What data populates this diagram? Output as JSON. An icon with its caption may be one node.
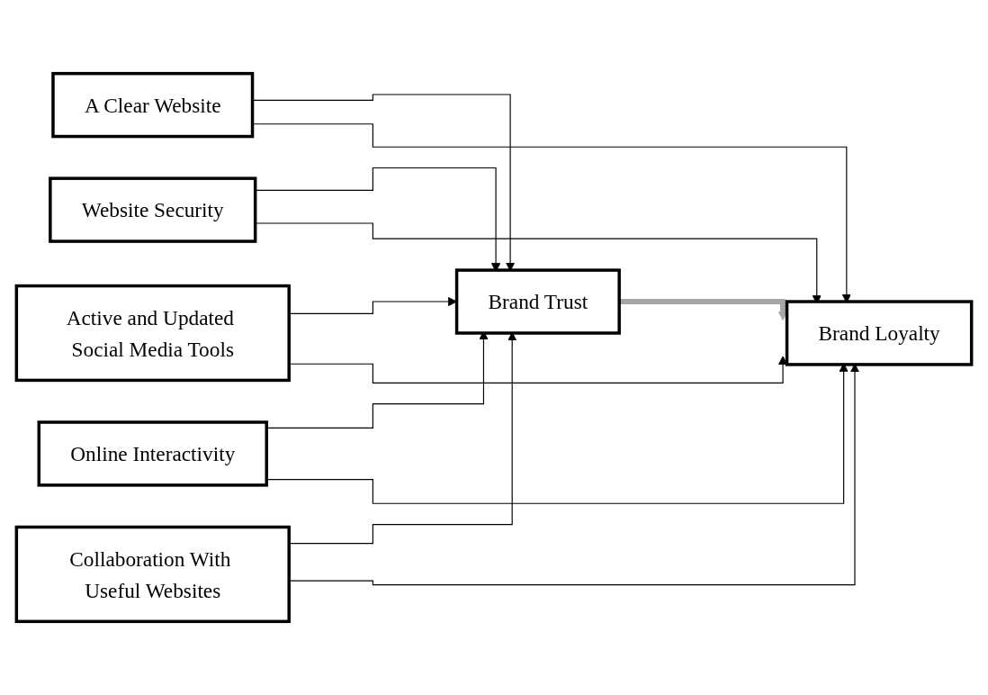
{
  "diagram": {
    "nodes": [
      {
        "text": [
          "A Clear Website"
        ]
      },
      {
        "text": [
          "Website Security"
        ]
      },
      {
        "text": [
          "Active and Updated Social Media Tools"
        ]
      },
      {
        "text": [
          "Online Interactivity"
        ]
      },
      {
        "text": [
          "Collaboration With Useful Websites"
        ]
      },
      {
        "text": [
          "Brand Trust"
        ]
      },
      {
        "text": [
          "Brand Loyalty"
        ]
      }
    ],
    "edges": [
      {
        "from": 0,
        "to": 5,
        "arrow": "to"
      },
      {
        "from": 0,
        "to": 6,
        "arrow": "to"
      },
      {
        "from": 1,
        "to": 5,
        "arrow": "to"
      },
      {
        "from": 1,
        "to": 6,
        "arrow": "to"
      },
      {
        "from": 2,
        "to": 5,
        "arrow": "to"
      },
      {
        "from": 2,
        "to": 6,
        "arrow": "to"
      },
      {
        "from": 3,
        "to": 5,
        "arrow": "to"
      },
      {
        "from": 3,
        "to": 6,
        "arrow": "to"
      },
      {
        "from": 4,
        "to": 5,
        "arrow": "to"
      },
      {
        "from": 4,
        "to": 6,
        "arrow": "to"
      },
      {
        "from": 5,
        "to": 6,
        "arrow": "to",
        "style": "thick",
        "color": "#a6a6a6"
      }
    ]
  }
}
